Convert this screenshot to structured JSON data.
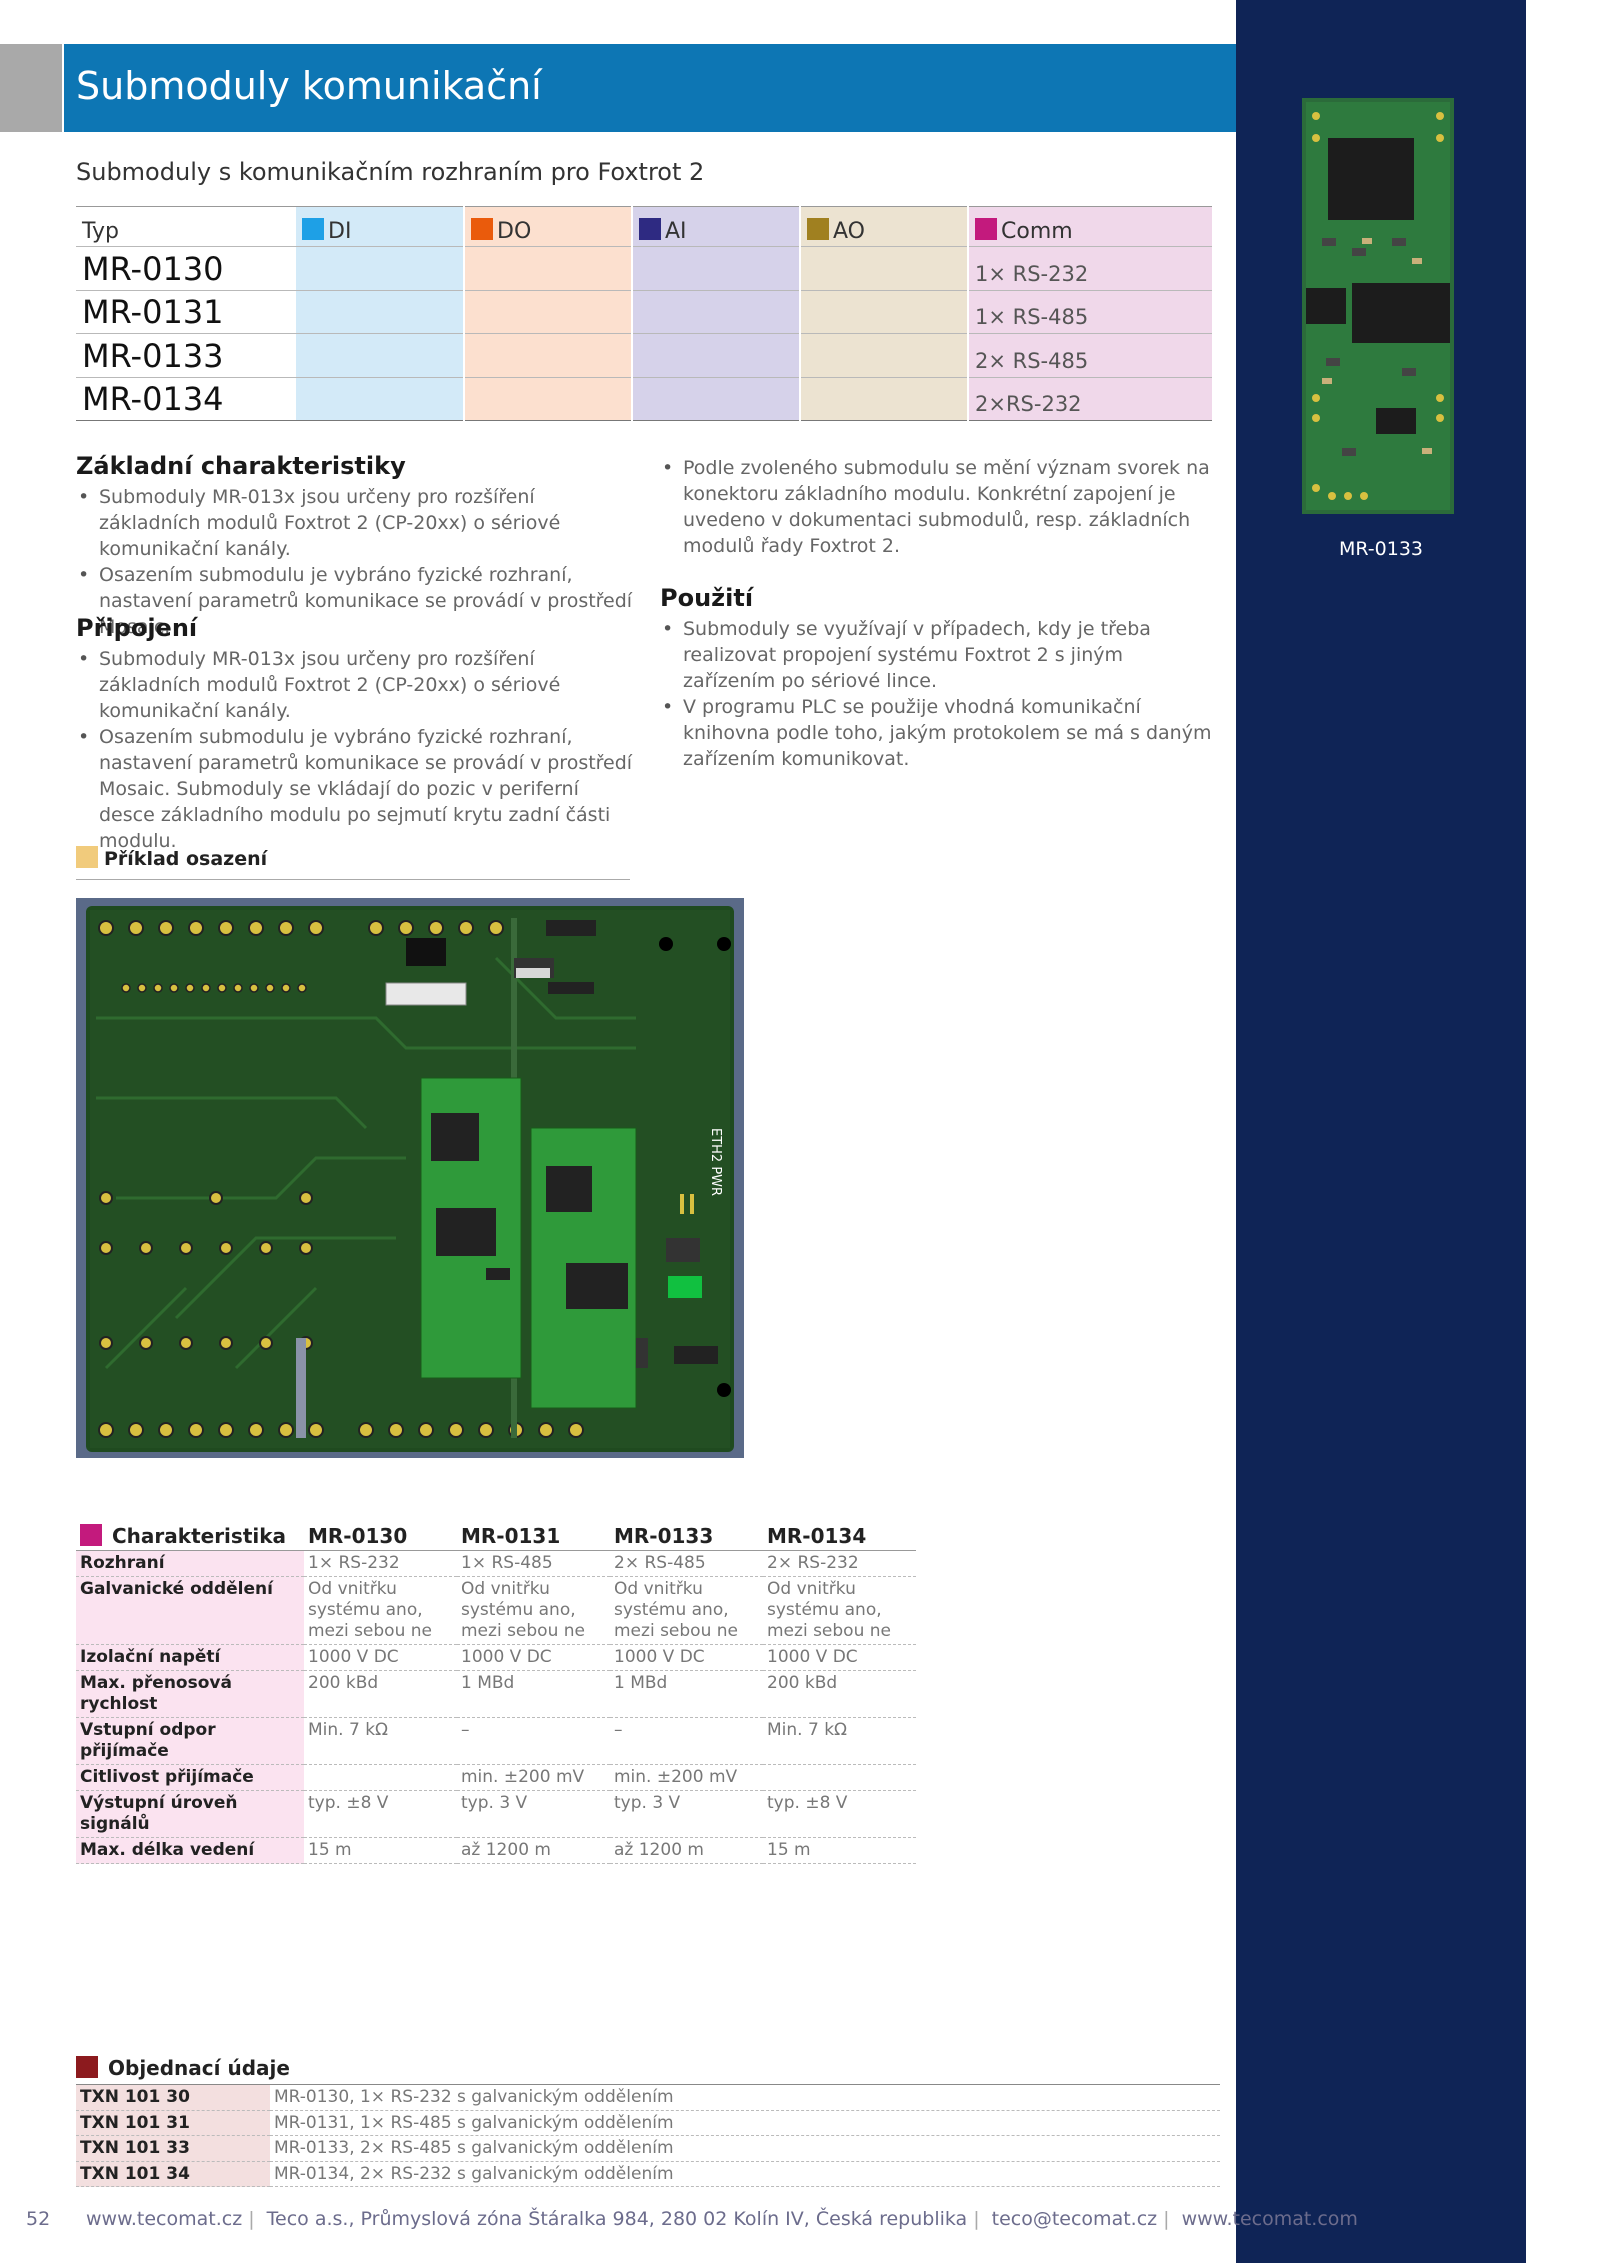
{
  "header": {
    "title": "Submoduly komunikační"
  },
  "subtitle": "Submoduly s komunikačním rozhraním pro Foxtrot 2",
  "type_table": {
    "col_typ": "Typ",
    "col_di": "DI",
    "col_do": "DO",
    "col_ai": "AI",
    "col_ao": "AO",
    "col_comm": "Comm",
    "colors": {
      "di": "#1ea0e6",
      "do": "#ea5b0c",
      "ai": "#2e2a82",
      "ao": "#a08020",
      "comm": "#c31a7d"
    },
    "rows": [
      {
        "model": "MR-0130",
        "comm": "1× RS-232"
      },
      {
        "model": "MR-0131",
        "comm": "1× RS-485"
      },
      {
        "model": "MR-0133",
        "comm": "2× RS-485"
      },
      {
        "model": "MR-0134",
        "comm": "2×RS-232"
      }
    ]
  },
  "sections": {
    "zakladni": {
      "title": "Základní charakteristiky",
      "items": [
        "Submoduly MR-013x jsou určeny pro rozšíření základních modulů Foxtrot 2 (CP-20xx) o sériové komunikační kanály.",
        "Osazením submodulu je vybráno fyzické rozhraní, nastavení parametrů komunikace se provádí v prostředí Mosaic."
      ]
    },
    "pripojeni": {
      "title": "Připojení",
      "items": [
        "Submoduly MR-013x jsou určeny pro rozšíření základních modulů Foxtrot 2 (CP-20xx) o sériové komunikační kanály.",
        "Osazením submodulu je vybráno fyzické rozhraní, nastavení parametrů komunikace se provádí v prostředí Mosaic. Submoduly se vkládají do pozic v periferní desce základního modulu po sejmutí krytu zadní části modulu."
      ]
    },
    "right_top": {
      "items": [
        "Podle zvoleného submodulu se mění význam svorek na konektoru základního modulu. Konkrétní zapojení je uvedeno v dokumentaci submodulů, resp. základních modulů řady Foxtrot 2."
      ]
    },
    "pouziti": {
      "title": "Použití",
      "items": [
        "Submoduly se využívají v případech, kdy je třeba realizovat propojení systému Foxtrot 2 s jiným zařízením po sériové lince.",
        "V programu PLC se použije vhodná komunikační knihovna podle toho, jakým protokolem se má s daným zařízením komunikovat."
      ]
    }
  },
  "example": {
    "label": "Příklad osazení",
    "color": "#f1cb7c",
    "board_marking": "ETH2 PWR"
  },
  "char_table": {
    "headers": [
      "Charakteristika",
      "MR-0130",
      "MR-0131",
      "MR-0133",
      "MR-0134"
    ],
    "rows": [
      {
        "label": "Rozhraní",
        "vals": [
          "1× RS-232",
          "1× RS-485",
          "2× RS-485",
          "2× RS-232"
        ]
      },
      {
        "label": "Galvanické oddělení",
        "vals": [
          "Od vnitřku systému ano, mezi sebou ne",
          "Od vnitřku systému ano, mezi sebou ne",
          "Od vnitřku systému ano, mezi sebou ne",
          "Od vnitřku systému ano, mezi sebou ne"
        ]
      },
      {
        "label": "Izolační napětí",
        "vals": [
          "1000 V DC",
          "1000 V DC",
          "1000 V DC",
          "1000 V DC"
        ]
      },
      {
        "label": "Max. přenosová rychlost",
        "vals": [
          "200 kBd",
          "1 MBd",
          "1 MBd",
          "200 kBd"
        ]
      },
      {
        "label": "Vstupní odpor přijímače",
        "vals": [
          "Min. 7 kΩ",
          "–",
          "–",
          "Min. 7 kΩ"
        ]
      },
      {
        "label": "Citlivost přijímače",
        "vals": [
          "",
          "min. ±200 mV",
          "min. ±200 mV",
          ""
        ]
      },
      {
        "label": "Výstupní úroveň signálů",
        "vals": [
          "typ. ±8 V",
          "typ. 3 V",
          "typ. 3 V",
          "typ. ±8 V"
        ]
      },
      {
        "label": "Max. délka vedení",
        "vals": [
          "15 m",
          "až 1200 m",
          "až 1200 m",
          "15 m"
        ]
      }
    ]
  },
  "order": {
    "title": "Objednací údaje",
    "rows": [
      {
        "code": "TXN 101 30",
        "desc": "MR-0130, 1× RS-232 s galvanickým oddělením"
      },
      {
        "code": "TXN 101 31",
        "desc": "MR-0131, 1× RS-485 s galvanickým oddělením"
      },
      {
        "code": "TXN 101 33",
        "desc": "MR-0133, 2× RS-485 s galvanickým oddělením"
      },
      {
        "code": "TXN 101 34",
        "desc": "MR-0134, 2× RS-232 s galvanickým oddělením"
      }
    ]
  },
  "side_image": {
    "caption": "MR-0133"
  },
  "footer": {
    "page": "52",
    "parts": [
      "www.tecomat.cz",
      "Teco a.s., Průmyslová zóna Štáralka 984, 280 02 Kolín IV, Česká republika",
      "teco@tecomat.cz",
      "www.tecomat.com"
    ]
  }
}
